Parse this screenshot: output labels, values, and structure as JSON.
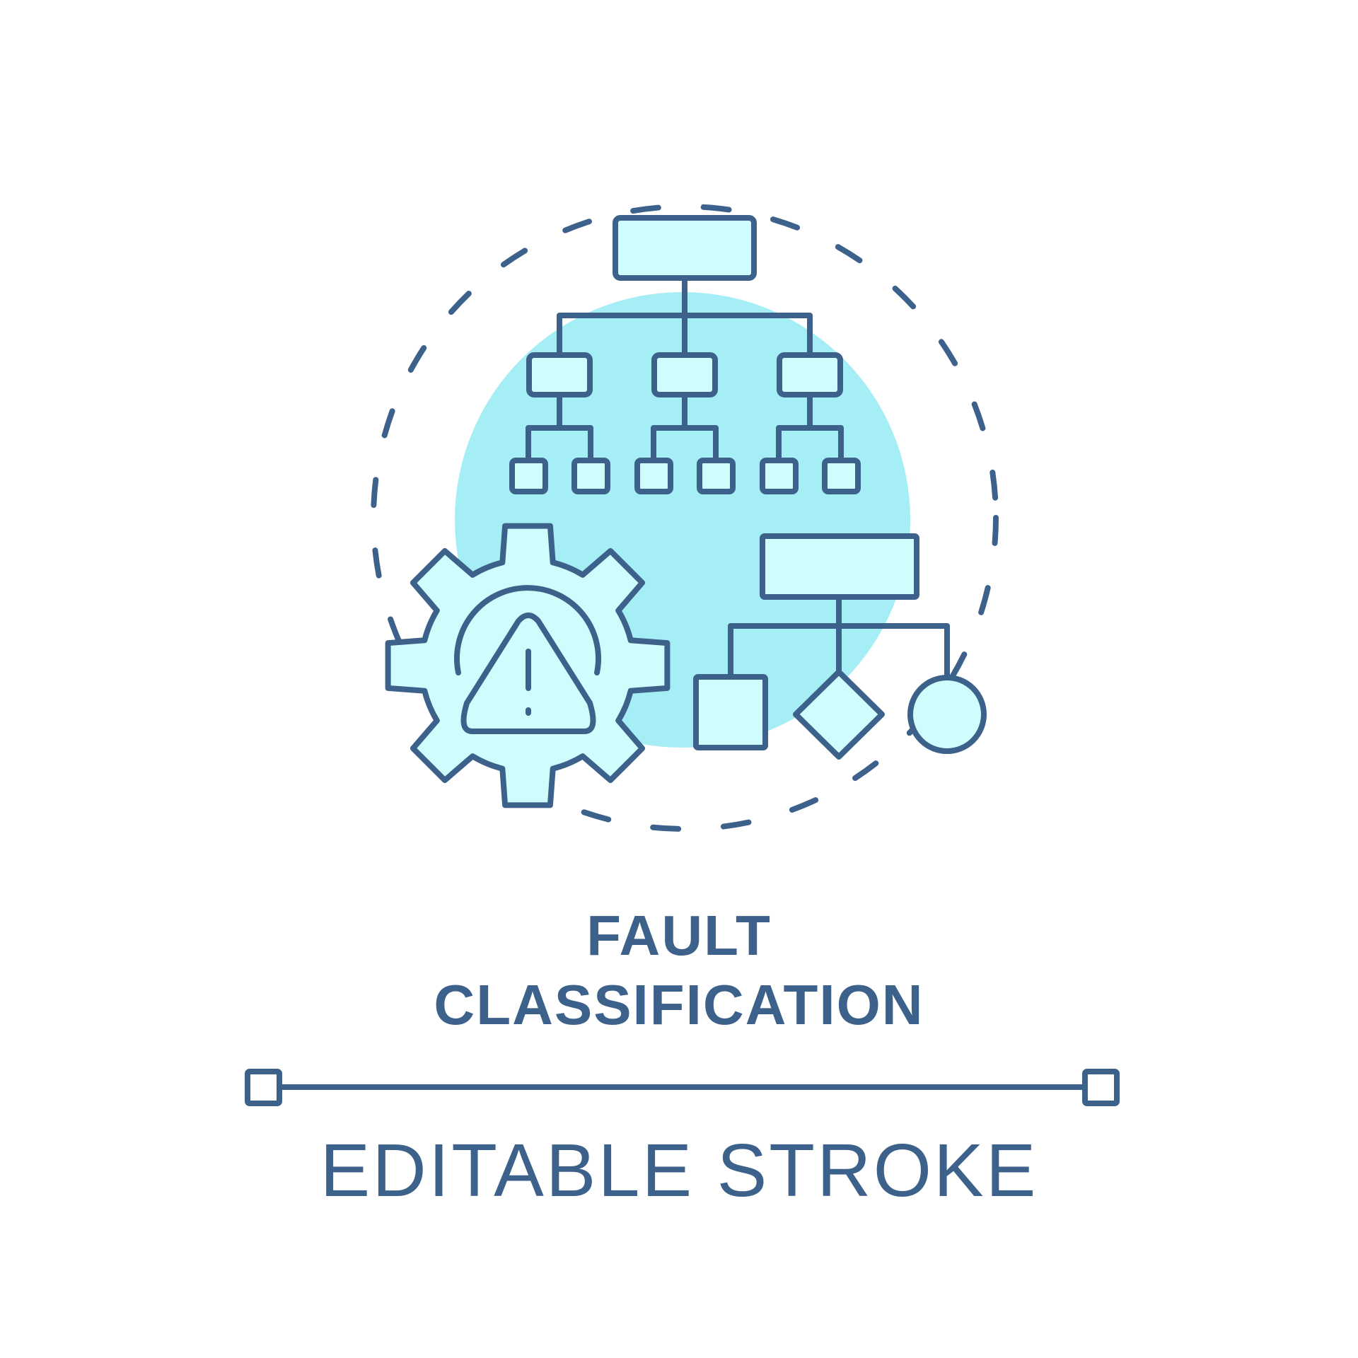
{
  "title": {
    "line1": "FAULT",
    "line2": "CLASSIFICATION"
  },
  "subtitle": "EDITABLE STROKE",
  "icons": {
    "tree": "hierarchy-tree-icon",
    "gear": "gear-icon",
    "warning": "warning-triangle-icon",
    "flowchart": "flowchart-icon",
    "ring": "dashed-circle-ring",
    "divider": "editable-stroke-divider"
  },
  "colors": {
    "stroke": "#3c618a",
    "fill_light": "#cffcfc",
    "backdrop": "#a6eef5",
    "background": "#ffffff"
  }
}
